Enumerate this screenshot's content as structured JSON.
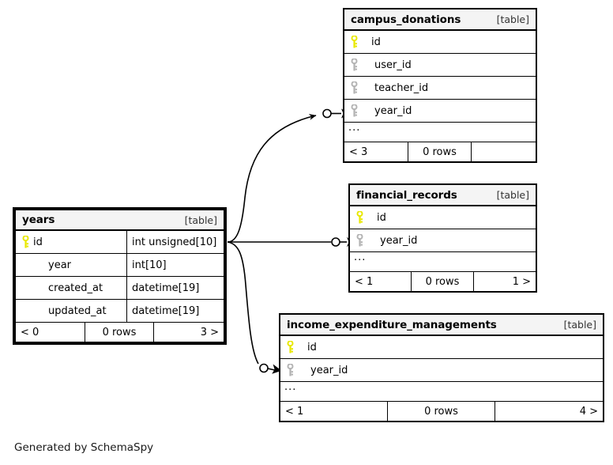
{
  "diagram": {
    "generator_note": "Generated by SchemaSpy",
    "background": "#ffffff",
    "pk_icon_color": "#e8e800",
    "fk_icon_color": "#b3b3b3",
    "header_bg": "#f4f4f4",
    "border_color": "#000000"
  },
  "tables": {
    "years": {
      "name": "years",
      "type_label": "[table]",
      "focus": true,
      "columns": [
        {
          "key": "pk",
          "name": "id",
          "type": "int unsigned[10]"
        },
        {
          "key": "none",
          "name": "year",
          "type": "int[10]"
        },
        {
          "key": "none",
          "name": "created_at",
          "type": "datetime[19]"
        },
        {
          "key": "none",
          "name": "updated_at",
          "type": "datetime[19]"
        }
      ],
      "footer": {
        "left": "< 0",
        "center": "0 rows",
        "right": "3 >"
      }
    },
    "campus_donations": {
      "name": "campus_donations",
      "type_label": "[table]",
      "focus": false,
      "columns": [
        {
          "key": "pk",
          "name": "id"
        },
        {
          "key": "fk",
          "name": "user_id"
        },
        {
          "key": "fk",
          "name": "teacher_id"
        },
        {
          "key": "fk",
          "name": "year_id"
        }
      ],
      "ellipsis": "...",
      "footer": {
        "left": "< 3",
        "center": "0 rows",
        "right": ""
      }
    },
    "financial_records": {
      "name": "financial_records",
      "type_label": "[table]",
      "focus": false,
      "columns": [
        {
          "key": "pk",
          "name": "id"
        },
        {
          "key": "fk",
          "name": "year_id"
        }
      ],
      "ellipsis": "...",
      "footer": {
        "left": "< 1",
        "center": "0 rows",
        "right": "1 >"
      }
    },
    "income_expenditure_managements": {
      "name": "income_expenditure_managements",
      "type_label": "[table]",
      "focus": false,
      "columns": [
        {
          "key": "pk",
          "name": "id"
        },
        {
          "key": "fk",
          "name": "year_id"
        }
      ],
      "ellipsis": "...",
      "footer": {
        "left": "< 1",
        "center": "0 rows",
        "right": "4 >"
      }
    }
  },
  "relationships": [
    {
      "from": "years.id",
      "to": "campus_donations.year_id"
    },
    {
      "from": "years.id",
      "to": "financial_records.year_id"
    },
    {
      "from": "years.id",
      "to": "income_expenditure_managements.year_id"
    }
  ]
}
